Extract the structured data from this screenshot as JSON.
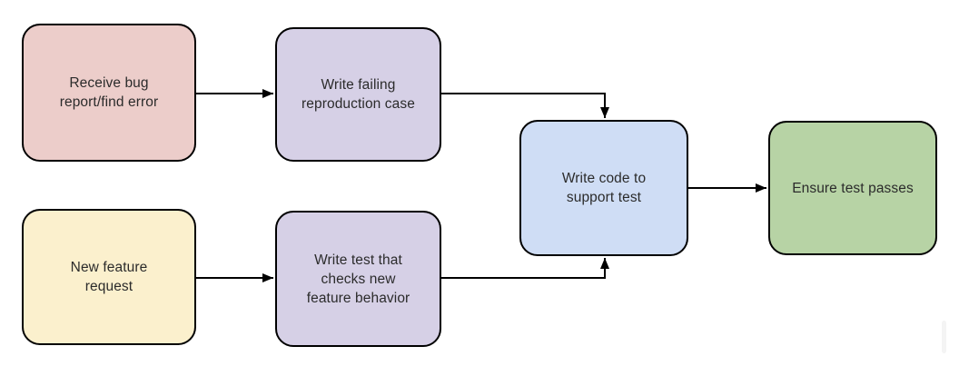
{
  "canvas": {
    "background": "#ffffff",
    "node_border_color": "#000000",
    "arrow_color": "#000000",
    "text_color": "#2b2b2b"
  },
  "nodes": {
    "receive_bug": {
      "label": "Receive bug report/find error",
      "lines": [
        "Receive bug",
        "report/find error"
      ],
      "fill": "#eccdca"
    },
    "write_failing": {
      "label": "Write failing reproduction case",
      "lines": [
        "Write failing",
        "reproduction case"
      ],
      "fill": "#d6d0e6"
    },
    "new_feature": {
      "label": "New feature request",
      "lines": [
        "New feature",
        "request"
      ],
      "fill": "#fbf0cd"
    },
    "write_test": {
      "label": "Write test that checks new feature behavior",
      "lines": [
        "Write test that",
        "checks new",
        "feature behavior"
      ],
      "fill": "#d6d0e6"
    },
    "write_code": {
      "label": "Write code to support test",
      "lines": [
        "Write code to",
        "support test"
      ],
      "fill": "#cfddf5"
    },
    "ensure_test": {
      "label": "Ensure test passes",
      "lines": [
        "Ensure test passes"
      ],
      "fill": "#b7d3a5"
    }
  },
  "edges": [
    {
      "from": "receive_bug",
      "to": "write_failing"
    },
    {
      "from": "new_feature",
      "to": "write_test"
    },
    {
      "from": "write_failing",
      "to": "write_code"
    },
    {
      "from": "write_test",
      "to": "write_code"
    },
    {
      "from": "write_code",
      "to": "ensure_test"
    }
  ]
}
